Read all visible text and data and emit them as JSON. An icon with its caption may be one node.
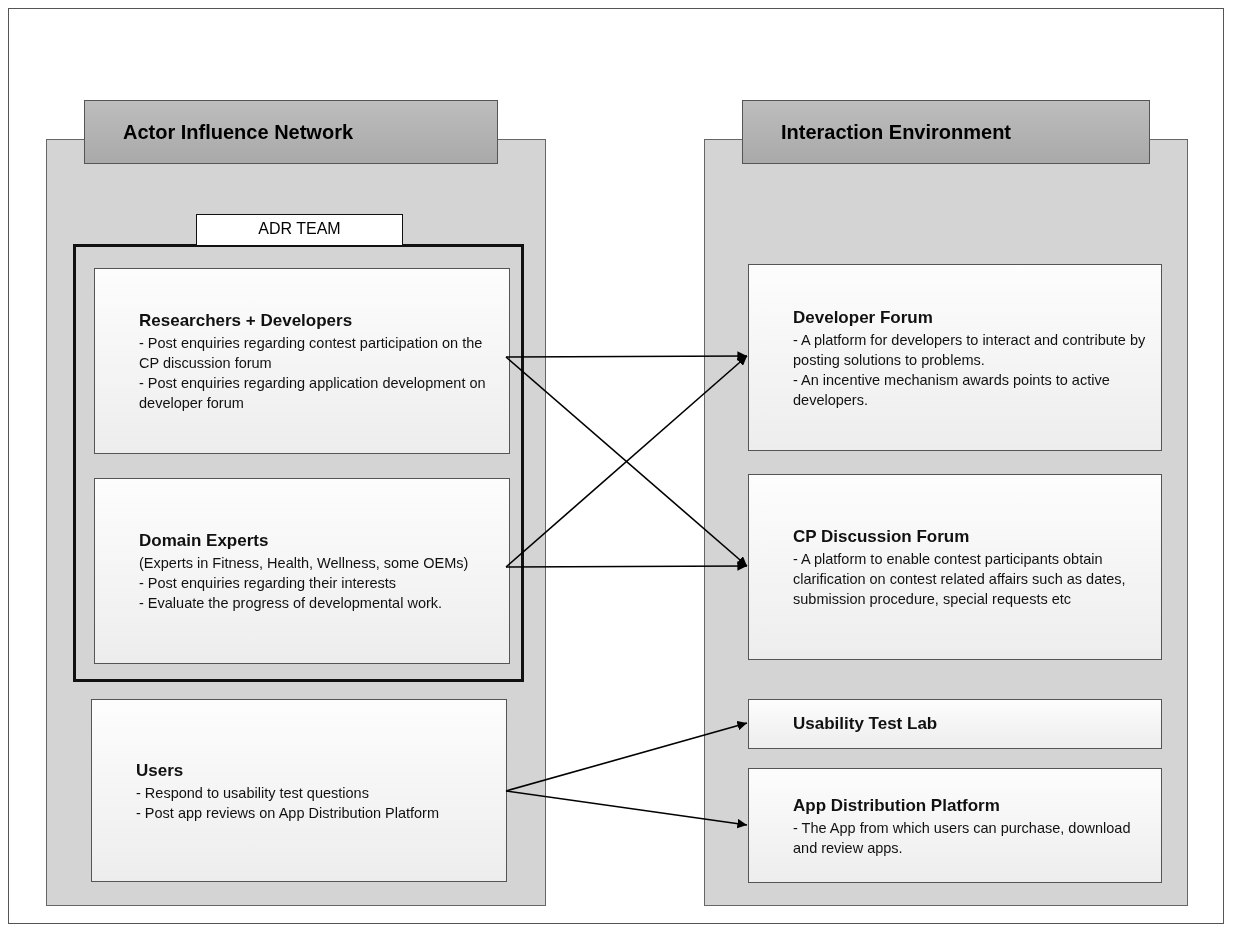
{
  "diagram": {
    "nodes": [
      {
        "text": [
          "Actor Influence Network"
        ]
      },
      {
        "text": [
          "ADR TEAM"
        ],
        "in": 0
      },
      {
        "text": [
          "Researchers + Developers",
          "- Post enquiries regarding contest participation on the CP discussion forum",
          "- Post enquiries regarding application development on developer forum"
        ],
        "in": 1
      },
      {
        "text": [
          "Domain Experts",
          "(Experts in Fitness, Health, Wellness, some OEMs)",
          "- Post enquiries regarding their interests",
          "- Evaluate the progress of developmental work."
        ],
        "in": 1
      },
      {
        "text": [
          "Users",
          "- Respond to usability test questions",
          "- Post app reviews on App Distribution Platform"
        ],
        "in": 0
      },
      {
        "text": [
          "Interaction Environment"
        ]
      },
      {
        "text": [
          "Developer Forum",
          "- A platform for developers to interact and contribute by posting solutions to problems.",
          "- An incentive mechanism awards points to active developers."
        ],
        "in": 5
      },
      {
        "text": [
          "CP Discussion Forum",
          "- A platform to enable contest participants obtain clarification on contest related affairs such as dates, submission procedure, special requests etc"
        ],
        "in": 5
      },
      {
        "text": [
          "Usability Test Lab"
        ],
        "in": 5
      },
      {
        "text": [
          "App Distribution Platform",
          "- The App from which users can purchase, download and review apps."
        ],
        "in": 5
      }
    ],
    "edges": [
      {
        "from": 2,
        "to": 6,
        "arrow": "to"
      },
      {
        "from": 2,
        "to": 7,
        "arrow": "to"
      },
      {
        "from": 3,
        "to": 6,
        "arrow": "to"
      },
      {
        "from": 3,
        "to": 7,
        "arrow": "to"
      },
      {
        "from": 4,
        "to": 8,
        "arrow": "to"
      },
      {
        "from": 4,
        "to": 9,
        "arrow": "to"
      }
    ]
  }
}
